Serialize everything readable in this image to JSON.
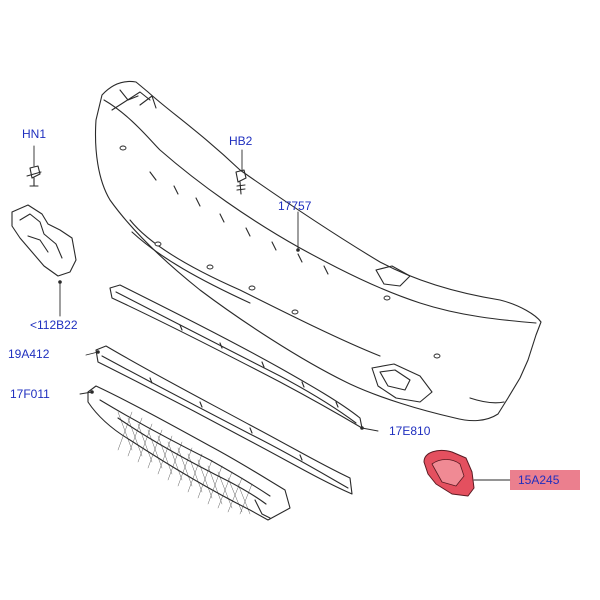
{
  "diagram": {
    "parts": [
      {
        "key": "hn1",
        "label": "HN1"
      },
      {
        "key": "hb2",
        "label": "HB2"
      },
      {
        "key": "p17757",
        "label": "17757"
      },
      {
        "key": "p112b22",
        "label": "<112B22"
      },
      {
        "key": "p19a412",
        "label": "19A412"
      },
      {
        "key": "p17f011",
        "label": "17F011"
      },
      {
        "key": "p17e810",
        "label": "17E810"
      },
      {
        "key": "p15a245",
        "label": "15A245",
        "highlighted": true
      }
    ],
    "colors": {
      "label": "#1f2fbf",
      "line": "#2a2a2a",
      "highlight_fill": "#e8697a",
      "highlight_part": "#e4505f"
    }
  }
}
